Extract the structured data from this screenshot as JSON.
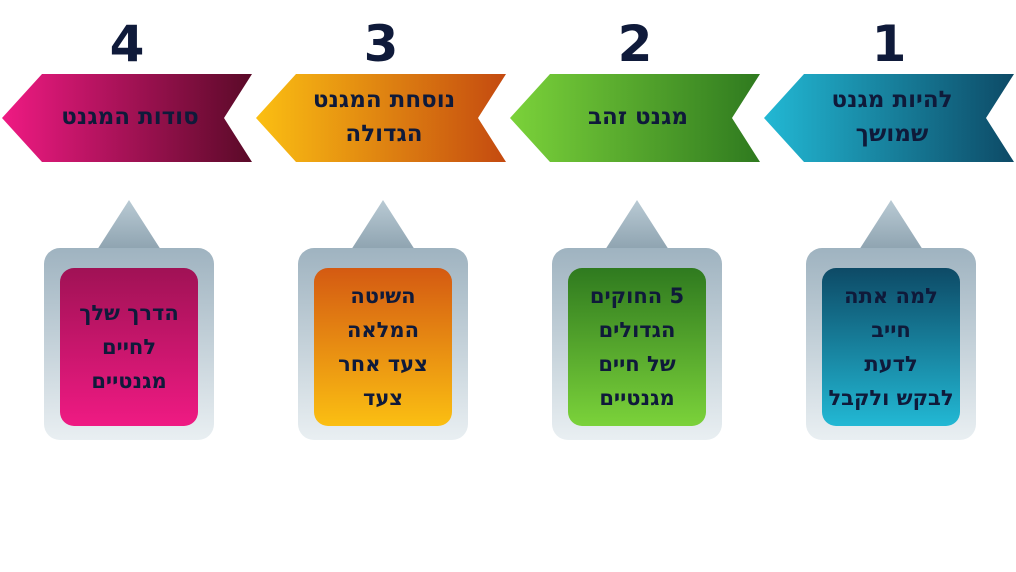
{
  "steps": [
    {
      "number": "1",
      "title": "להיות מגנט\nשמושך",
      "body": "למה אתה\nחייב\nלדעת\nלבקש ולקבל",
      "colors": {
        "banner_from": "#22b8d4",
        "banner_to": "#0d4a66",
        "inner_from": "#0d4a66",
        "inner_to": "#22b8d4"
      }
    },
    {
      "number": "2",
      "title": "מגנט זהב",
      "body": "5 החוקים\nהגדולים\nשל חיים\nמגנטיים",
      "colors": {
        "banner_from": "#7bd23a",
        "banner_to": "#2f7a1f",
        "inner_from": "#2f7a1f",
        "inner_to": "#7bd23a"
      }
    },
    {
      "number": "3",
      "title": "נוסחת המגנט\nהגדולה",
      "body": "השיטה\nהמלאה\nצעד אחר\nצעד",
      "colors": {
        "banner_from": "#fbbf12",
        "banner_to": "#c44a10",
        "inner_from": "#d45a12",
        "inner_to": "#fbbf12"
      }
    },
    {
      "number": "4",
      "title": "סודות המגנט",
      "body": "הדרך שלך\nלחיים\nמגנטיים",
      "colors": {
        "banner_from": "#ef1a83",
        "banner_to": "#5a0a28",
        "inner_from": "#a01255",
        "inner_to": "#ef1a83"
      }
    }
  ]
}
